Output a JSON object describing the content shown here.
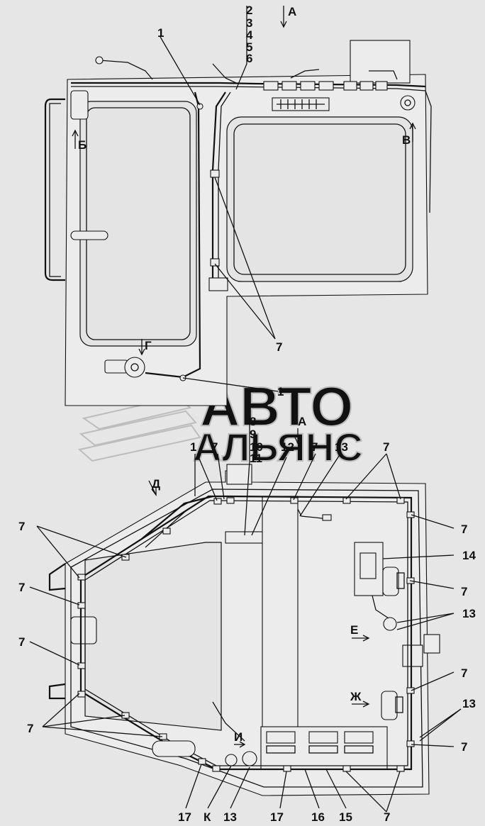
{
  "watermark": {
    "line1": "АВТО",
    "line2": "АЛЬЯНС"
  },
  "view_labels": {
    "a_top": "А",
    "a_bottom": "А",
    "b": "Б",
    "v": "В",
    "g": "Г",
    "d": "Д",
    "e": "Е",
    "zh": "Ж",
    "i": "И",
    "k": "К"
  },
  "callouts": {
    "c1_top": "1",
    "c1_mid": "1",
    "c1_bot": "1",
    "c2": "2",
    "c3": "3",
    "c4": "4",
    "c5": "5",
    "c6": "6",
    "c7_top": "7",
    "c7_b1": "7",
    "c7_b2": "7",
    "c7_b3": "7",
    "c7_l1": "7",
    "c7_l2": "7",
    "c7_l3": "7",
    "c7_l4": "7",
    "c7_r1": "7",
    "c7_r2": "7",
    "c7_r3": "7",
    "c7_r4": "7",
    "c7_bot": "7",
    "c8": "8",
    "c9": "9",
    "c10": "10",
    "c11": "11",
    "c12": "12",
    "c13_top": "13",
    "c13_r1": "13",
    "c13_r2": "13",
    "c13_bot": "13",
    "c14": "14",
    "c15": "15",
    "c16": "16",
    "c17_a": "17",
    "c17_b": "17"
  }
}
